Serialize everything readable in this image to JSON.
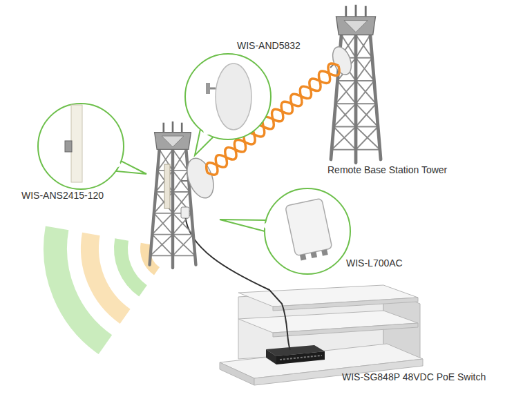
{
  "diagram": {
    "labels": [
      "WIS-AND5832",
      "WIS-ANS2415-120",
      "Remote Base Station Tower",
      "WIS-L700AC",
      "WIS-SG848P 48VDC PoE Switch"
    ]
  }
}
